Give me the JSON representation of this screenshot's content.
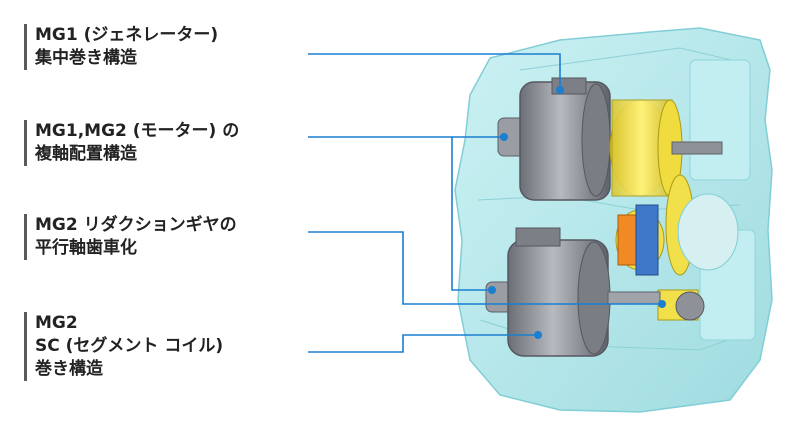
{
  "labels": [
    {
      "id": "mg1-generator",
      "lines": [
        "MG1 (ジェネレーター)",
        "集中巻き構造"
      ]
    },
    {
      "id": "mg1-mg2-motor",
      "lines": [
        "MG1,MG2 (モーター) の",
        "複軸配置構造"
      ]
    },
    {
      "id": "mg2-reduction-gear",
      "lines": [
        "MG2 リダクションギヤの",
        "平行軸歯車化"
      ]
    },
    {
      "id": "mg2-sc-coil",
      "lines": [
        "MG2",
        "SC (セグメント コイル)",
        "巻き構造"
      ]
    }
  ],
  "colors": {
    "leader_line": "#1a7fd0",
    "leader_dot": "#1a7fd0",
    "housing": "#a9e6ea",
    "housing_edge": "#6cc6cf",
    "motor_gray": "#8c8f96",
    "motor_dark": "#5d6068",
    "gear_yellow": "#f2e04a",
    "gear_orange": "#f08a24",
    "gear_blue": "#3f78c9"
  }
}
